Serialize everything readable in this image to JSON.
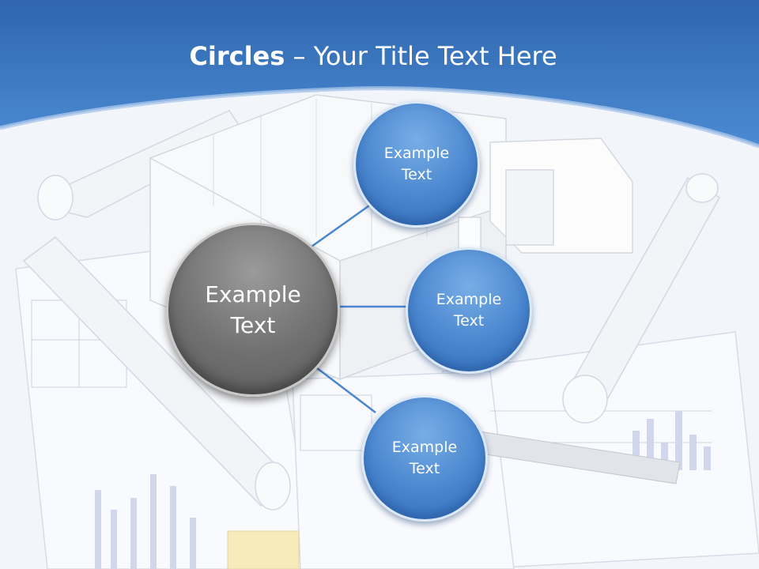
{
  "slide": {
    "title_bold": "Circles",
    "title_rest": " – Your Title Text Here",
    "main_circle": {
      "line1": "Example",
      "line2": "Text"
    },
    "circles": [
      {
        "line1": "Example",
        "line2": "Text"
      },
      {
        "line1": "Example",
        "line2": "Text"
      },
      {
        "line1": "Example",
        "line2": "Text"
      }
    ]
  },
  "colors": {
    "header_blue": "#3f7fc8",
    "circle_blue": "#4a86cf",
    "circle_gray": "#707070",
    "connector": "#4a86cf"
  }
}
